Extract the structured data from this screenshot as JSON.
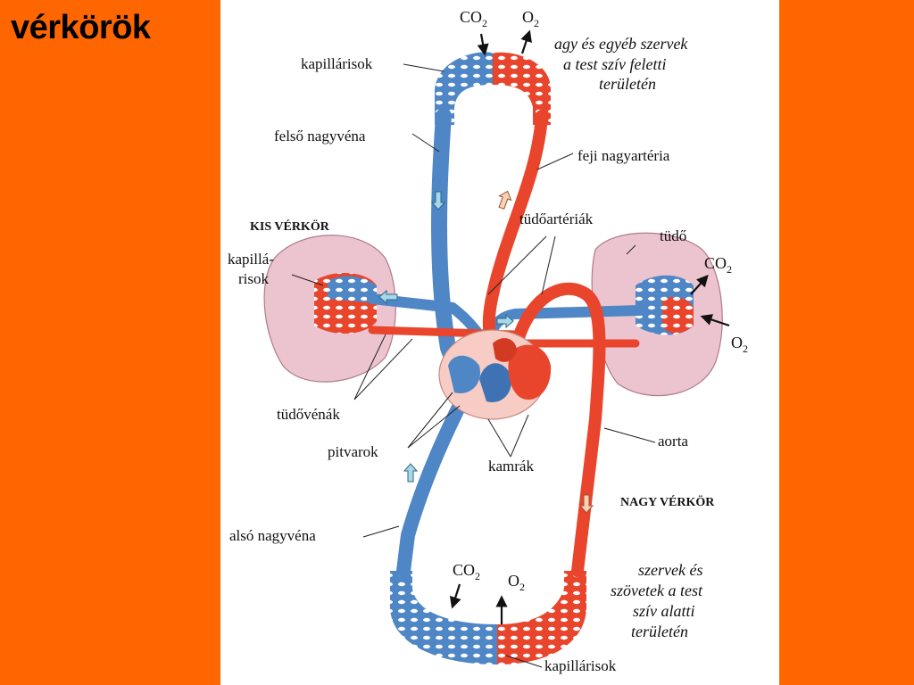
{
  "slide": {
    "title": "vérkörök"
  },
  "diagram": {
    "labels": {
      "capillaries_top": "kapillárisok",
      "superior_vena_cava": "felső nagyvéna",
      "head_artery": "feji nagyartéria",
      "pulmonary_circuit": "KIS VÉRKÖR",
      "lung_capillaries_line1": "kapillá-",
      "lung_capillaries_line2": "risok",
      "pulmonary_arteries": "tüdőartériák",
      "lung": "tüdő",
      "pulmonary_veins": "tüdővénák",
      "atria": "pitvarok",
      "ventricles": "kamrák",
      "aorta": "aorta",
      "systemic_circuit": "NAGY VÉRKÖR",
      "inferior_vena_cava": "alsó nagyvéna",
      "capillaries_bottom": "kapillárisok"
    },
    "annotations": {
      "upper_line1": "agy és egyéb szervek",
      "upper_line2": "a test szív feletti",
      "upper_line3": "területén",
      "lower_line1": "szervek és",
      "lower_line2": "szövetek a test",
      "lower_line3": "szív alatti",
      "lower_line4": "területén"
    },
    "gases": {
      "co2": "CO",
      "o2": "O",
      "subscript": "2"
    },
    "colors": {
      "oxygenated": "#e8452c",
      "deoxygenated": "#4f86c6",
      "lung_fill": "#ecc4d0",
      "heart_fill": "#f7ccc4"
    }
  }
}
